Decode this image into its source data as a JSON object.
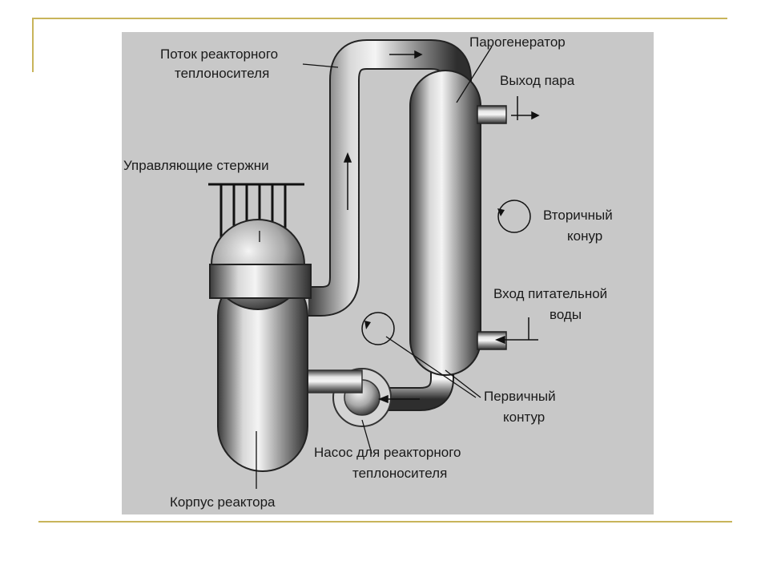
{
  "labels": {
    "coolant_flow": [
      "Поток реакторного",
      "теплоносителя"
    ],
    "steam_generator": "Парогенератор",
    "steam_out": "Выход пара",
    "control_rods": "Управляющие стержни",
    "secondary_loop": [
      "Вторичный",
      "конур"
    ],
    "feedwater_in": [
      "Вход питательной",
      "воды"
    ],
    "primary_loop": [
      "Первичный",
      "контур"
    ],
    "pump": [
      "Насос для реакторного",
      "теплоносителя"
    ],
    "vessel": "Корпус реактора"
  },
  "colors": {
    "panel": "#c8c8c8",
    "slide_accent": "#c8b45a",
    "metal_dark": "#3a3a3a",
    "metal_light": "#f4f4f4"
  }
}
